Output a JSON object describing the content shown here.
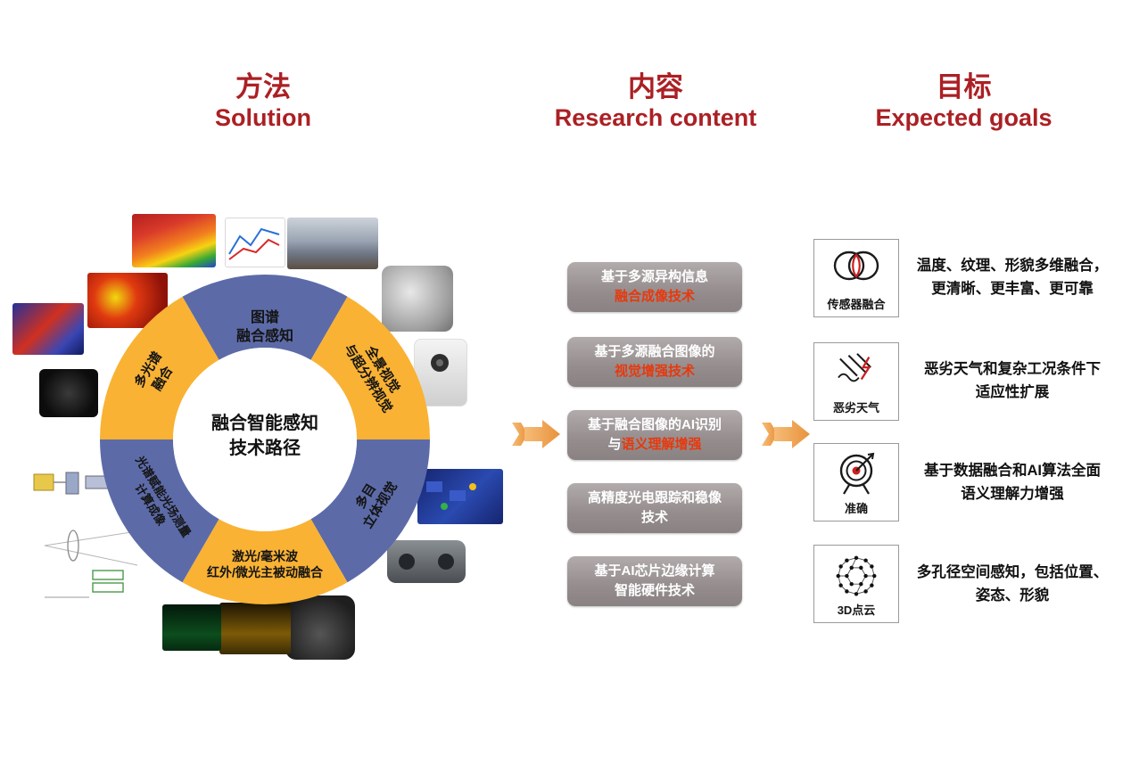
{
  "headers": {
    "solution_zh": "方法",
    "solution_en": "Solution",
    "content_zh": "内容",
    "content_en": "Research content",
    "goals_zh": "目标",
    "goals_en": "Expected goals"
  },
  "colors": {
    "header_red": "#ab2024",
    "accent_red": "#e8380d",
    "donut_blue": "#5c6ba8",
    "donut_yellow": "#f9b234",
    "arrow_orange": "#efa04e",
    "content_box_gray": "#958d8d"
  },
  "donut": {
    "center_line1": "融合智能感知",
    "center_line2": "技术路径",
    "segments": [
      {
        "name": "spectrum-map-fusion",
        "color": "blue",
        "line1": "图谱",
        "line2": "融合感知"
      },
      {
        "name": "panoramic-superres",
        "color": "yellow",
        "line1": "全景视觉",
        "line2": "与超分辨视觉"
      },
      {
        "name": "multi-view-stereo",
        "color": "blue",
        "line1": "多目",
        "line2": "立体视觉"
      },
      {
        "name": "active-passive-fusion",
        "color": "yellow",
        "line1": "激光/毫米波",
        "line2": "红外/微光主被动融合"
      },
      {
        "name": "spectral-computational-imaging",
        "color": "blue",
        "line1": "光谱赋能光场测量",
        "line2": "计算成像"
      },
      {
        "name": "multispectral-fusion",
        "color": "yellow",
        "line1": "多光谱",
        "line2": "融合"
      }
    ],
    "images": [
      "fruit-thermal-cube",
      "spectral-curves-chart",
      "pipeline-photo",
      "multi-lens-camera",
      "white-camera",
      "thermal-boxes",
      "stereo-camera",
      "gimbal-camera",
      "thermal-people",
      "ship-night-vision",
      "lens-optical-diagram",
      "optical-setup-diagram",
      "camera-lens",
      "thermal-scene",
      "fruit-thermal"
    ]
  },
  "content": {
    "boxes": [
      {
        "line1": "基于多源异构信息",
        "line2": "融合成像技术"
      },
      {
        "line1": "基于多源融合图像的",
        "line2": "视觉增强技术"
      },
      {
        "line1": "基于融合图像的AI识别",
        "line2_prefix": "与",
        "line2_red": "语义理解增强"
      },
      {
        "line1": "高精度光电跟踪和稳像",
        "line2": "技术"
      },
      {
        "line1": "基于AI芯片边缘计算",
        "line2": "智能硬件技术"
      }
    ]
  },
  "goals": {
    "items": [
      {
        "icon": "sensor-fusion-icon",
        "label": "传感器融合",
        "text_line1": "温度、纹理、形貌多维融合，",
        "text_line2": "更清晰、更丰富、更可靠"
      },
      {
        "icon": "bad-weather-icon",
        "label": "恶劣天气",
        "text_line1": "恶劣天气和复杂工况条件下",
        "text_line2": "适应性扩展"
      },
      {
        "icon": "accuracy-target-icon",
        "label": "准确",
        "text_line1": "基于数据融合和AI算法全面",
        "text_line2": "语义理解力增强"
      },
      {
        "icon": "point-cloud-icon",
        "label": "3D点云",
        "text_line1": "多孔径空间感知，包括位置、",
        "text_line2": "姿态、形貌"
      }
    ]
  }
}
